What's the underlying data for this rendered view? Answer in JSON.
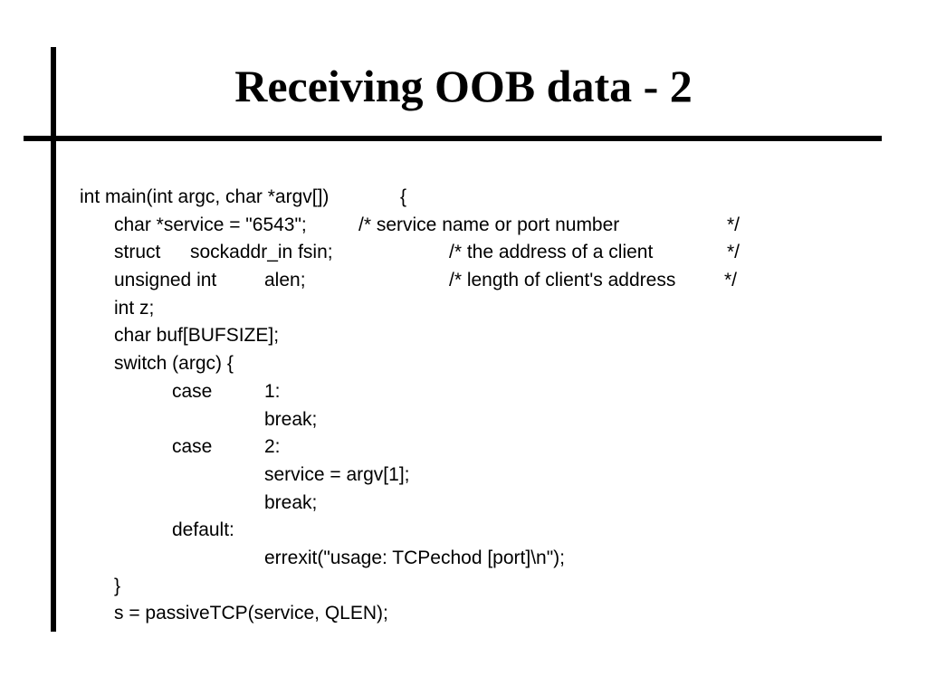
{
  "slide": {
    "title": "Receiving OOB data - 2"
  },
  "code": {
    "main_signature": "int main(int argc, char *argv[])",
    "open_brace": "{",
    "service_decl": "char  *service = \"6543\";",
    "service_comment": "/* service name or port number",
    "service_comment_end": "*/",
    "fsin_type": "struct",
    "fsin_name": "sockaddr_in fsin;",
    "fsin_comment": "/* the address of a client",
    "fsin_comment_end": "*/",
    "alen_type": "unsigned int",
    "alen_name": "alen;",
    "alen_comment": "/* length of client's address",
    "alen_comment_end": "*/",
    "z_decl": "int z;",
    "buf_decl": "char buf[BUFSIZE];",
    "switch_stmt": "switch (argc) {",
    "case_keyword": "case",
    "case1_value": "1:",
    "break_stmt": "break;",
    "case2_value": "2:",
    "service_assign": "service = argv[1];",
    "default_label": "default:",
    "errexit_call": "errexit(\"usage: TCPechod [port]\\n\");",
    "close_brace": "}",
    "passive_call": "s = passiveTCP(service, QLEN);"
  }
}
